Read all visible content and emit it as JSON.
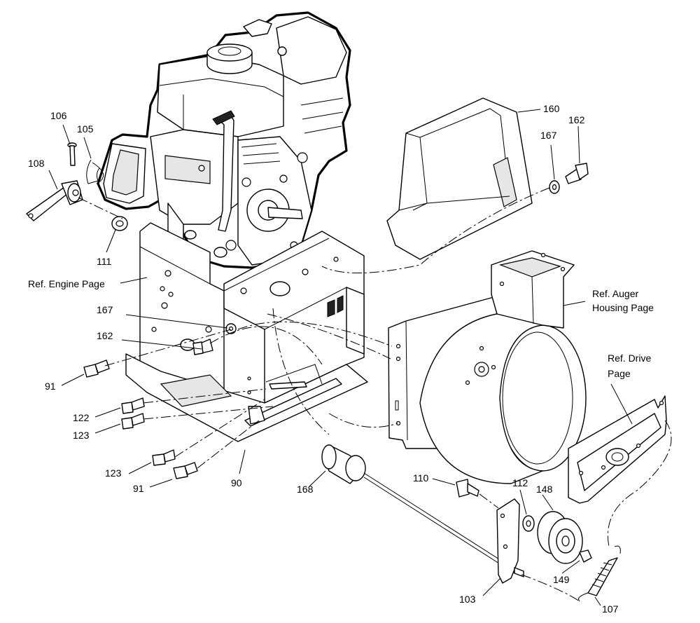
{
  "labels": {
    "p106": "106",
    "p105": "105",
    "p108": "108",
    "p111": "111",
    "p160": "160",
    "p167a": "167",
    "p162a": "162",
    "ref_engine": "Ref. Engine Page",
    "p167b": "167",
    "p162b": "162",
    "ref_auger_1": "Ref. Auger",
    "ref_auger_2": "Housing Page",
    "ref_drive_1": "Ref. Drive",
    "ref_drive_2": "Page",
    "p91a": "91",
    "p122": "122",
    "p123a": "123",
    "p123b": "123",
    "p91b": "91",
    "p90": "90",
    "p168": "168",
    "p110": "110",
    "p112": "112",
    "p148": "148",
    "p149": "149",
    "p103": "103",
    "p107": "107"
  }
}
